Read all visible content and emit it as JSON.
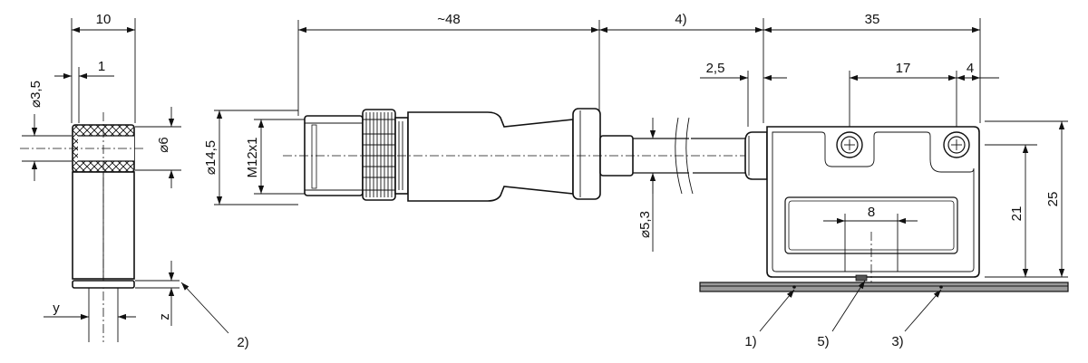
{
  "dimensions": {
    "side_width": "10",
    "side_offset": "1",
    "side_hole_dia": "⌀3,5",
    "side_inner_dia": "⌀6",
    "side_y": "y",
    "side_z": "z",
    "connector_length": "~48",
    "cable_length": "4)",
    "sensor_width": "35",
    "sensor_offset": "2,5",
    "hole_pitch": "17",
    "hole_edge": "4",
    "connector_dia": "⌀14,5",
    "thread": "M12x1",
    "cable_dia": "⌀5,3",
    "sensing_width": "8",
    "height_hole": "21",
    "height_total": "25"
  },
  "callouts": [
    "1)",
    "2)",
    "3)",
    "5)"
  ]
}
